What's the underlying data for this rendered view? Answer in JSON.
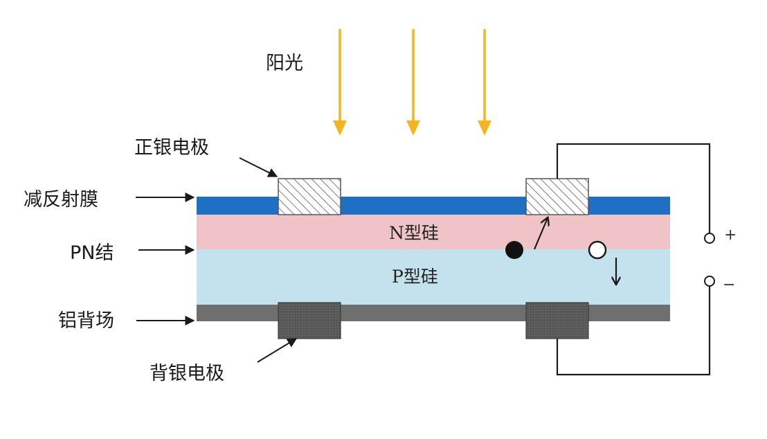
{
  "labels": {
    "sunlight": "阳光",
    "front_silver_electrode": "正银电极",
    "anti_reflection_film": "减反射膜",
    "pn_junction": "PN结",
    "aluminum_back_field": "铝背场",
    "back_silver_electrode": "背银电极",
    "n_type_silicon": "N型硅",
    "p_type_silicon": "P型硅",
    "positive_terminal": "+",
    "negative_terminal": "−"
  },
  "colors": {
    "sun_arrow": "#f5b51f",
    "anti_reflection_film": "#1f6fc4",
    "n_type_silicon": "#f0c4c6",
    "p_type_silicon": "#c3e2ee",
    "aluminum_back_field": "#6e6e6e",
    "back_electrode": "#5a5a5a",
    "wire": "#1a1a1a"
  }
}
